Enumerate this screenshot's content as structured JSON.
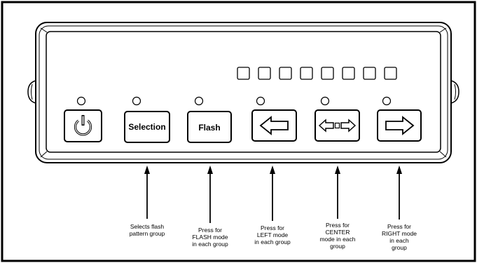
{
  "buttons": [
    {
      "id": "power",
      "kind": "power-icon",
      "label": ""
    },
    {
      "id": "selection",
      "kind": "text",
      "label": "Selection"
    },
    {
      "id": "flash",
      "kind": "text",
      "label": "Flash"
    },
    {
      "id": "left",
      "kind": "left-arrow-icon",
      "label": ""
    },
    {
      "id": "center",
      "kind": "center-arrows-icon",
      "label": ""
    },
    {
      "id": "right",
      "kind": "right-arrow-icon",
      "label": ""
    }
  ],
  "indicator_squares_count": 8,
  "callouts": [
    {
      "target": "selection",
      "text": "Selects flash\npattern group"
    },
    {
      "target": "flash",
      "text": "Press for\nFLASH mode\nin each group"
    },
    {
      "target": "left",
      "text": "Press for\nLEFT mode\nin each group"
    },
    {
      "target": "center",
      "text": "Press for\nCENTER\nmode in each\ngroup"
    },
    {
      "target": "right",
      "text": "Press for\nRIGHT mode\nin each\ngroup"
    }
  ],
  "colors": {
    "line": "#000000",
    "background": "#ffffff"
  }
}
